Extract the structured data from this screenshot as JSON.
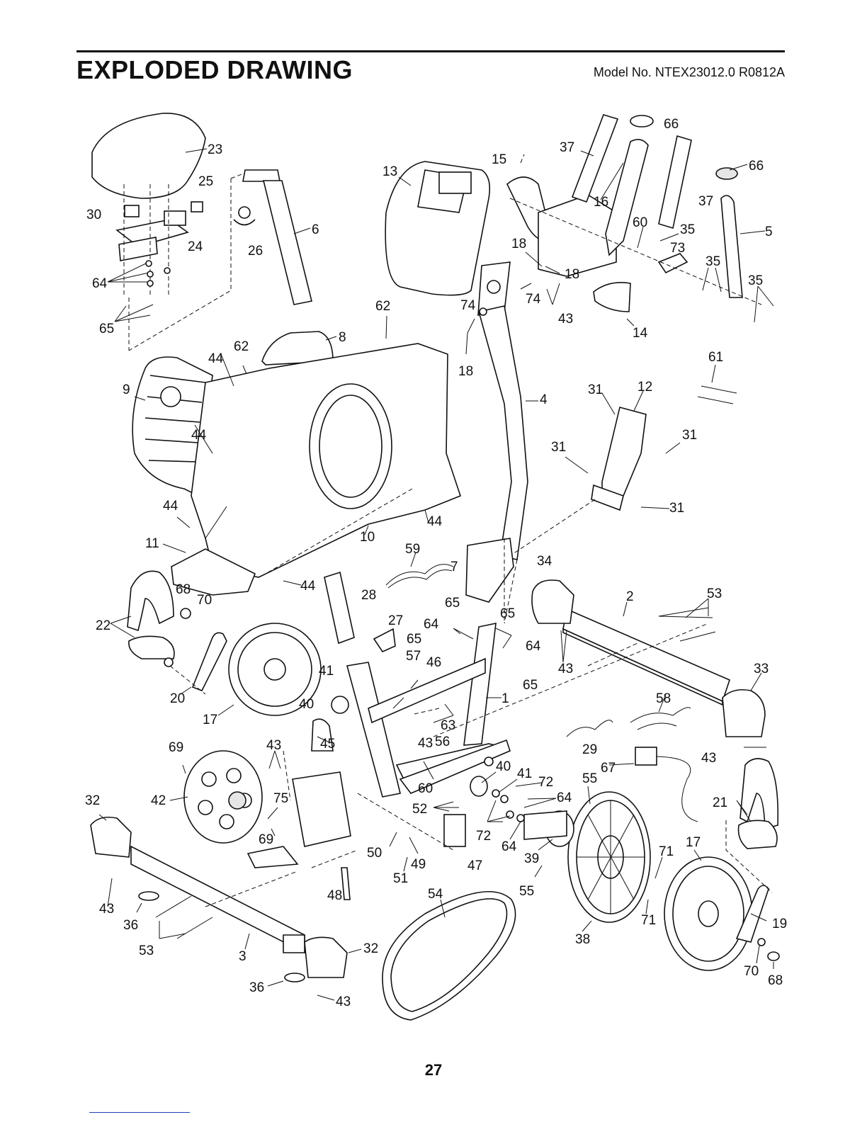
{
  "header": {
    "title": "EXPLODED DRAWING",
    "model": "Model No. NTEX23012.0 R0812A"
  },
  "page_number": "27",
  "callouts": {
    "c23": "23",
    "c25": "25",
    "c30": "30",
    "c24": "24",
    "c64a": "64",
    "c65a": "65",
    "c6": "6",
    "c26": "26",
    "c13": "13",
    "c15": "15",
    "c66a": "66",
    "c66b": "66",
    "c37a": "37",
    "c37b": "37",
    "c16": "16",
    "c60a": "60",
    "c35a": "35",
    "c5": "5",
    "c73": "73",
    "c35b": "35",
    "c35c": "35",
    "c18a": "18",
    "c18b": "18",
    "c74a": "74",
    "c74b": "74",
    "c43a": "43",
    "c14": "14",
    "c62a": "62",
    "c62b": "62",
    "c8": "8",
    "c18c": "18",
    "c44a": "44",
    "c9": "9",
    "c44b": "44",
    "c4": "4",
    "c61": "61",
    "c31a": "31",
    "c12": "12",
    "c31b": "31",
    "c31c": "31",
    "c31d": "31",
    "c44c": "44",
    "c44d": "44",
    "c10": "10",
    "c11": "11",
    "c59": "59",
    "c7": "7",
    "c34": "34",
    "c44e": "44",
    "c68a": "68",
    "c70a": "70",
    "c28": "28",
    "c22": "22",
    "c65b": "65",
    "c65c": "65",
    "c2": "2",
    "c53a": "53",
    "c64b": "64",
    "c27": "27",
    "c65d": "65",
    "c64c": "64",
    "c43b": "43",
    "c57": "57",
    "c46": "46",
    "c65e": "65",
    "c41a": "41",
    "c33": "33",
    "c20": "20",
    "c1": "1",
    "c40a": "40",
    "c58": "58",
    "c63": "63",
    "c17a": "17",
    "c43c": "43",
    "c56": "56",
    "c69a": "69",
    "c45": "45",
    "c29": "29",
    "c43d": "43",
    "c43e": "43",
    "c67": "67",
    "c40b": "40",
    "c41b": "41",
    "c72a": "72",
    "c55a": "55",
    "c60b": "60",
    "c64d": "64",
    "c32a": "32",
    "c42": "42",
    "c75": "75",
    "c21": "21",
    "c52": "52",
    "c69b": "69",
    "c72b": "72",
    "c64e": "64",
    "c17b": "17",
    "c50": "50",
    "c49": "49",
    "c39": "39",
    "c71a": "71",
    "c51": "51",
    "c47": "47",
    "c43f": "43",
    "c48": "48",
    "c55b": "55",
    "c54": "54",
    "c36a": "36",
    "c71b": "71",
    "c19": "19",
    "c53b": "53",
    "c3": "3",
    "c32b": "32",
    "c38": "38",
    "c70b": "70",
    "c68b": "68",
    "c36b": "36",
    "c43g": "43"
  }
}
